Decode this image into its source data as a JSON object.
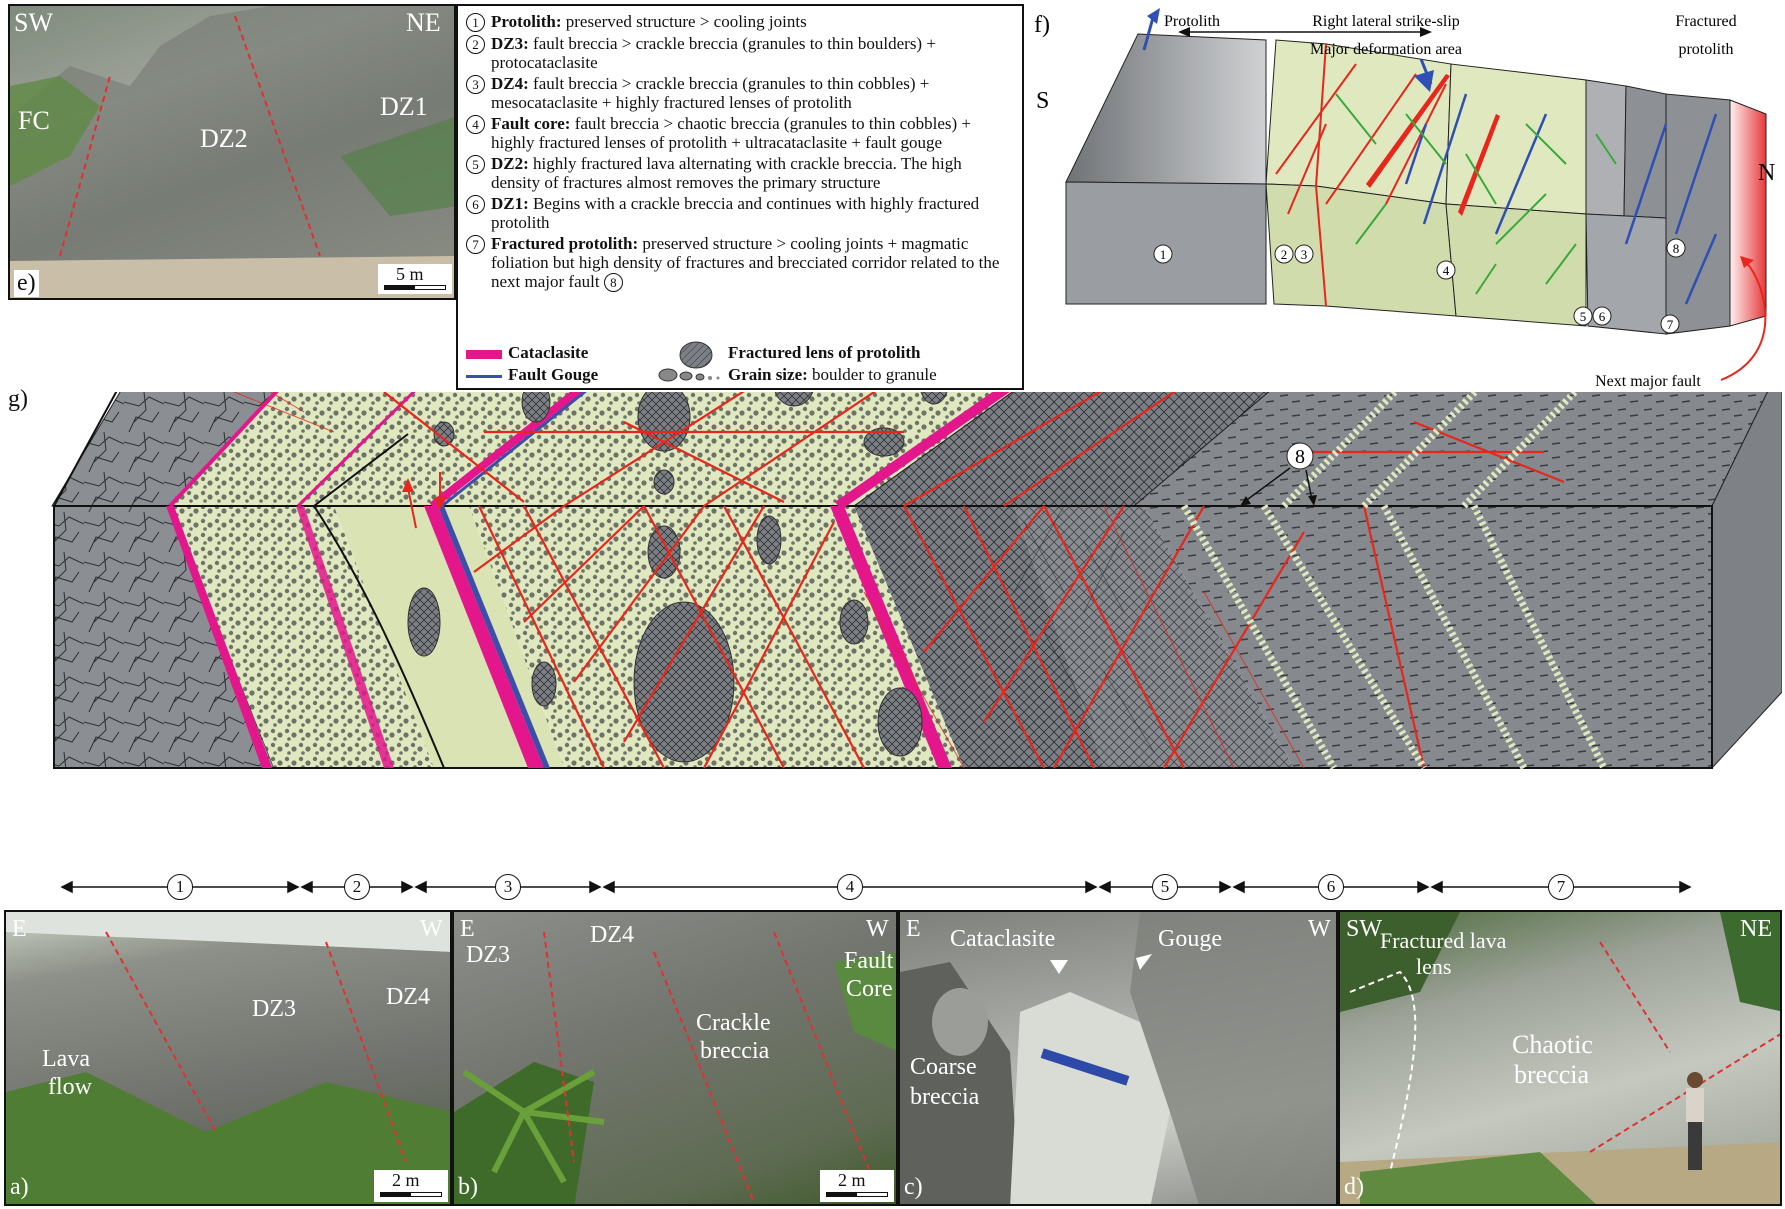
{
  "panel_e": {
    "letter": "e)",
    "sw": "SW",
    "ne": "NE",
    "fc": "FC",
    "dz2": "DZ2",
    "dz1": "DZ1",
    "scale": "5 m"
  },
  "legend": {
    "items": [
      {
        "num": "1",
        "bold": "Protolith:",
        "text": " preserved structure > cooling joints"
      },
      {
        "num": "2",
        "bold": "DZ3:",
        "text": " fault breccia > crackle breccia (granules to thin boulders) + protocataclasite"
      },
      {
        "num": "3",
        "bold": "DZ4:",
        "text": " fault breccia > crackle breccia (granules to thin cobbles) + mesocataclasite + highly fractured lenses of protolith"
      },
      {
        "num": "4",
        "bold": "Fault core:",
        "text": " fault breccia > chaotic breccia (granules to thin cobbles) + highly fractured lenses of protolith + ultracataclasite + fault gouge"
      },
      {
        "num": "5",
        "bold": "DZ2:",
        "text": " highly fractured lava alternating with crackle breccia. The high density of fractures almost removes the primary structure"
      },
      {
        "num": "6",
        "bold": "DZ1:",
        "text": " Begins with a crackle breccia and continues with highly fractured protolith"
      },
      {
        "num": "7",
        "bold": "Fractured protolith:",
        "text": " preserved structure > cooling joints + magmatic foliation but high density of fractures and brecciated corridor related to the next major fault"
      }
    ],
    "item7_suffix": "8",
    "cataclasite": "Cataclasite",
    "fault_gouge": "Fault Gouge",
    "lens": "Fractured lens of protolith",
    "grain_bold": "Grain size:",
    "grain_text": " boulder to granule"
  },
  "panel_f": {
    "letter": "f)",
    "protolith": "Protolith",
    "strike_slip": "Right lateral strike-slip",
    "major_area": "Major deformation area",
    "fractured": "Fractured",
    "protolith2": "protolith",
    "s": "S",
    "n": "N",
    "next_fault": "Next major fault",
    "nums": [
      "1",
      "2",
      "3",
      "4",
      "5",
      "6",
      "7",
      "8"
    ]
  },
  "panel_g": {
    "letter": "g)",
    "label8": "8",
    "zones": [
      "1",
      "2",
      "3",
      "4",
      "5",
      "6",
      "7"
    ]
  },
  "panel_a": {
    "letter": "a)",
    "e": "E",
    "w": "W",
    "dz3": "DZ3",
    "dz4": "DZ4",
    "lava1": "Lava",
    "lava2": "flow",
    "scale": "2 m"
  },
  "panel_b": {
    "letter": "b)",
    "e": "E",
    "w": "W",
    "dz3": "DZ3",
    "dz4": "DZ4",
    "crackle1": "Crackle",
    "crackle2": "breccia",
    "fault1": "Fault",
    "fault2": "Core",
    "scale": "2 m"
  },
  "panel_c": {
    "letter": "c)",
    "e": "E",
    "w": "W",
    "cataclasite": "Cataclasite",
    "gouge": "Gouge",
    "coarse1": "Coarse",
    "coarse2": "breccia"
  },
  "panel_d": {
    "letter": "d)",
    "sw": "SW",
    "ne": "NE",
    "lens1": "Fractured lava",
    "lens2": "lens",
    "chaotic1": "Chaotic",
    "chaotic2": "breccia"
  },
  "colors": {
    "breccia": "#dfe8bf",
    "rock": "#8e9297",
    "cataclasite": "#e4168c",
    "gouge": "#3c4fa8",
    "fracture": "#e8261c",
    "green_fracture": "#3aa93a"
  }
}
